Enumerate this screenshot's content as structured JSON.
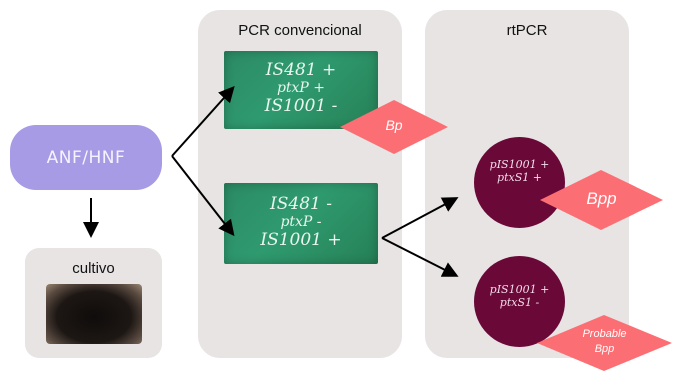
{
  "source": {
    "label": "ANF/HNF"
  },
  "culture": {
    "label": "cultivo"
  },
  "pcr_panel": {
    "title": "PCR convencional",
    "board_top": [
      "IS481 +",
      "ptxP   +",
      "IS1001 -"
    ],
    "board_bottom": [
      "IS481 -",
      "ptxP   -",
      "IS1001 +"
    ],
    "result_label": "Bp"
  },
  "rtpcr_panel": {
    "title": "rtPCR",
    "circle_top": [
      "pIS1001 +",
      "ptxS1 +"
    ],
    "circle_bottom": [
      "pIS1001 +",
      "ptxS1 -"
    ],
    "result_top_label": "Bpp",
    "result_bottom_label": [
      "Probable",
      "Bpp"
    ]
  },
  "colors": {
    "panel": "#e7e4e3",
    "pill": "#a79be6",
    "board": "#2f9a6f",
    "circle": "#6a0838",
    "diamond": "#fb6f74"
  }
}
